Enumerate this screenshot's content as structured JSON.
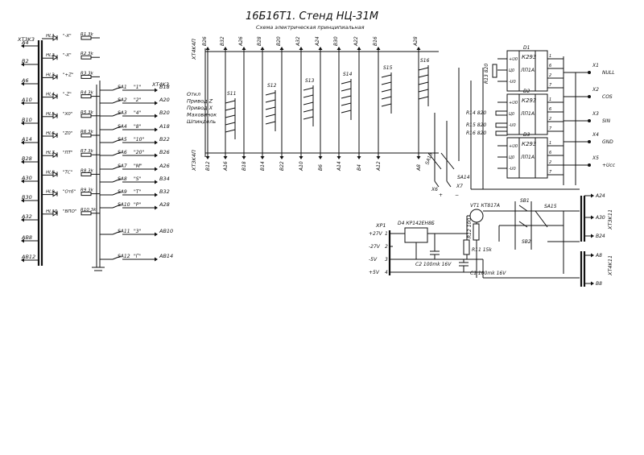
{
  "title": "16Б16Т1. Стенд НЦ-31М",
  "subtitle": "Схема электрическая принципиальная",
  "xt3k3": {
    "label": "XT3K3",
    "pins": [
      "A4",
      "B2",
      "A6",
      "A10",
      "B10",
      "A14",
      "B28",
      "A30",
      "B30",
      "A32",
      "AB8",
      "AB12"
    ],
    "leds": [
      {
        "ref": "HL1",
        "caption": "\"-X\"",
        "res": "R1 3k"
      },
      {
        "ref": "HL2",
        "caption": "\"-X\"",
        "res": "R2 3k"
      },
      {
        "ref": "HL3",
        "caption": "\"+Z\"",
        "res": "R3 3k"
      },
      {
        "ref": "HL4",
        "caption": "\"-Z\"",
        "res": "R4 3k"
      },
      {
        "ref": "HL5",
        "caption": "\"X0\"",
        "res": "R5 3k"
      },
      {
        "ref": "HL6",
        "caption": "\"Z0\"",
        "res": "R6 3k"
      },
      {
        "ref": "HL7",
        "caption": "\"ПТ\"",
        "res": "R7 3k"
      },
      {
        "ref": "HL8",
        "caption": "\"ТС\"",
        "res": "R8 3k"
      },
      {
        "ref": "HL9",
        "caption": "\"Отб\"",
        "res": "R9 3k"
      },
      {
        "ref": "HL10",
        "caption": "\"ВПО\"",
        "res": "R10 3k"
      }
    ]
  },
  "xt4k3": {
    "label": "XT4K3",
    "pins": [
      "B18",
      "A20",
      "B20",
      "A18",
      "B22",
      "B26",
      "A26",
      "B34",
      "B32",
      "A28",
      "AB10",
      "AB14"
    ],
    "switches": [
      {
        "ref": "SA1",
        "caption": "\"1\""
      },
      {
        "ref": "SA2",
        "caption": "\"2\""
      },
      {
        "ref": "SA3",
        "caption": "\"4\""
      },
      {
        "ref": "SA4",
        "caption": "\"8\""
      },
      {
        "ref": "SA5",
        "caption": "\"10\""
      },
      {
        "ref": "SA6",
        "caption": "\"20\""
      },
      {
        "ref": "SA7",
        "caption": "\"М\""
      },
      {
        "ref": "SA8",
        "caption": "\"S\""
      },
      {
        "ref": "SA9",
        "caption": "\"Т\""
      },
      {
        "ref": "SA10",
        "caption": "\"Р\""
      },
      {
        "ref": "SA11",
        "caption": "\"3\""
      },
      {
        "ref": "SA12",
        "caption": "\"Г\""
      }
    ]
  },
  "top_connector": {
    "label": "XT4K4П",
    "pins": [
      "B26",
      "B32",
      "A26",
      "B28",
      "B20",
      "A32",
      "A24",
      "B30",
      "A22",
      "B16",
      "A28"
    ]
  },
  "bottom_connector": {
    "label": "XT3K4П",
    "pins": [
      "B12",
      "A16",
      "B18",
      "B14",
      "B22",
      "A10",
      "B6",
      "A14",
      "B4",
      "A12",
      "A8"
    ]
  },
  "mode_labels": [
    "Откл",
    "Привод Z",
    "Привод X",
    "Маховичок",
    "Шпиндель"
  ],
  "mode_switches": [
    "S11",
    "S12",
    "S13",
    "S14",
    "S15",
    "S16"
  ],
  "outputs": [
    "X1",
    "X2",
    "X3",
    "X4",
    "X5"
  ],
  "output_signals": [
    "NULL",
    "COS",
    "SIN",
    "GND",
    "+Ucc"
  ],
  "chips": [
    {
      "ref": "D1",
      "type": "К293",
      "subtype": "ЛП1А"
    },
    {
      "ref": "D2",
      "type": "К293",
      "subtype": "ЛП1А"
    },
    {
      "ref": "D3",
      "type": "К293",
      "subtype": "ЛП1А"
    }
  ],
  "chip_pins": [
    "+U0",
    "Ц0",
    "-U0",
    "1",
    "6",
    "2",
    "7"
  ],
  "resistors_mid": [
    "R13 820",
    "R14 820",
    "R15 820",
    "R16 820"
  ],
  "sa13": "SA13",
  "sa14": "SA14",
  "x6": "X6",
  "x7": "X7",
  "xp1": {
    "label": "XP1",
    "pins": [
      {
        "num": "1",
        "name": "+27V"
      },
      {
        "num": "2",
        "name": "-27V"
      },
      {
        "num": "3",
        "name": "-5V"
      },
      {
        "num": "4",
        "name": "+5V"
      }
    ]
  },
  "power": {
    "regulator": "D4 КР142ЕН8Б",
    "transistor": "VT1 КТ817А",
    "r11": "R11 15k",
    "r12": "R12 100",
    "c2": "C2 100mk 16V",
    "c1": "C1 100mk 16V"
  },
  "sb1": "SB1",
  "sb2": "SB2",
  "sa15": "SA15",
  "xt3k11": {
    "label": "XT3K11",
    "pins": [
      "A24",
      "A30",
      "B24"
    ]
  },
  "xt4k11": {
    "label": "XT4K11",
    "pins": [
      "A8",
      "B8"
    ]
  }
}
